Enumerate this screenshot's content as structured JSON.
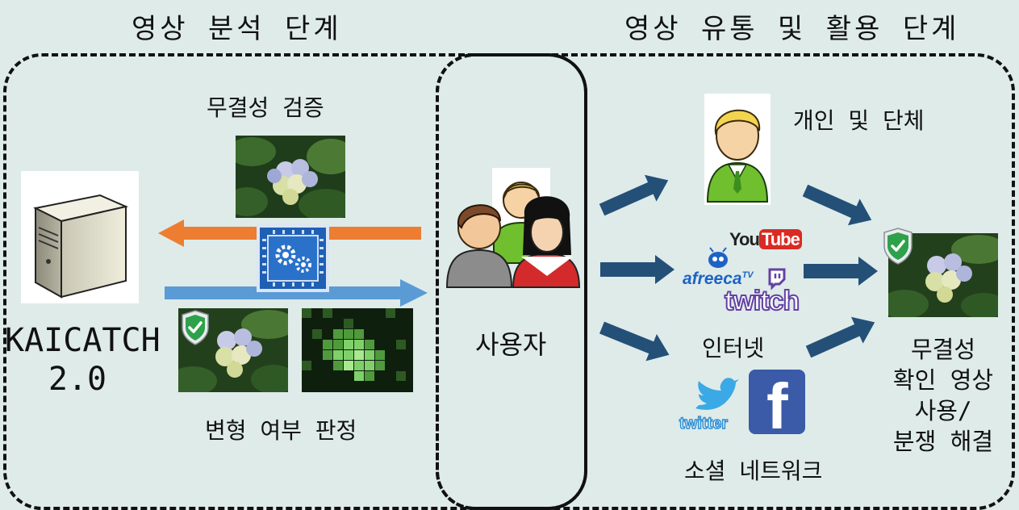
{
  "titles": {
    "left": "영상 분석 단계",
    "right": "영상 유통 및 활용 단계"
  },
  "analysis": {
    "integrity_check": "무결성 검증",
    "tamper_judgement": "변형 여부 판정",
    "server_label_line1": "KAICATCH",
    "server_label_line2": "2.0"
  },
  "user": {
    "label": "사용자"
  },
  "distribution": {
    "individuals": "개인 및 단체",
    "internet": "인터넷",
    "social": "소셜 네트워크",
    "result_lines": [
      "무결성",
      "확인 영상",
      "사용/",
      "분쟁 해결"
    ],
    "logos": {
      "youtube_you": "You",
      "youtube_tube": "Tube",
      "afreeca": "afreeca",
      "afreeca_tv": "TV",
      "twitch": "twitch",
      "twitter": "twitter",
      "facebook": "f"
    }
  },
  "colors": {
    "background": "#deebe9",
    "arrow_orange": "#ed7d31",
    "arrow_blue": "#5b9bd5",
    "arrow_dark": "#245078",
    "chip_blue": "#1f5fb4",
    "shield_green": "#2ea24a"
  },
  "icons": [
    "server-icon",
    "processor-chip-icon",
    "shield-check-icon",
    "users-group-icon",
    "person-icon",
    "youtube-logo",
    "afreeca-logo",
    "twitch-logo",
    "twitter-logo",
    "facebook-logo",
    "flower-photo",
    "pixelated-photo"
  ]
}
